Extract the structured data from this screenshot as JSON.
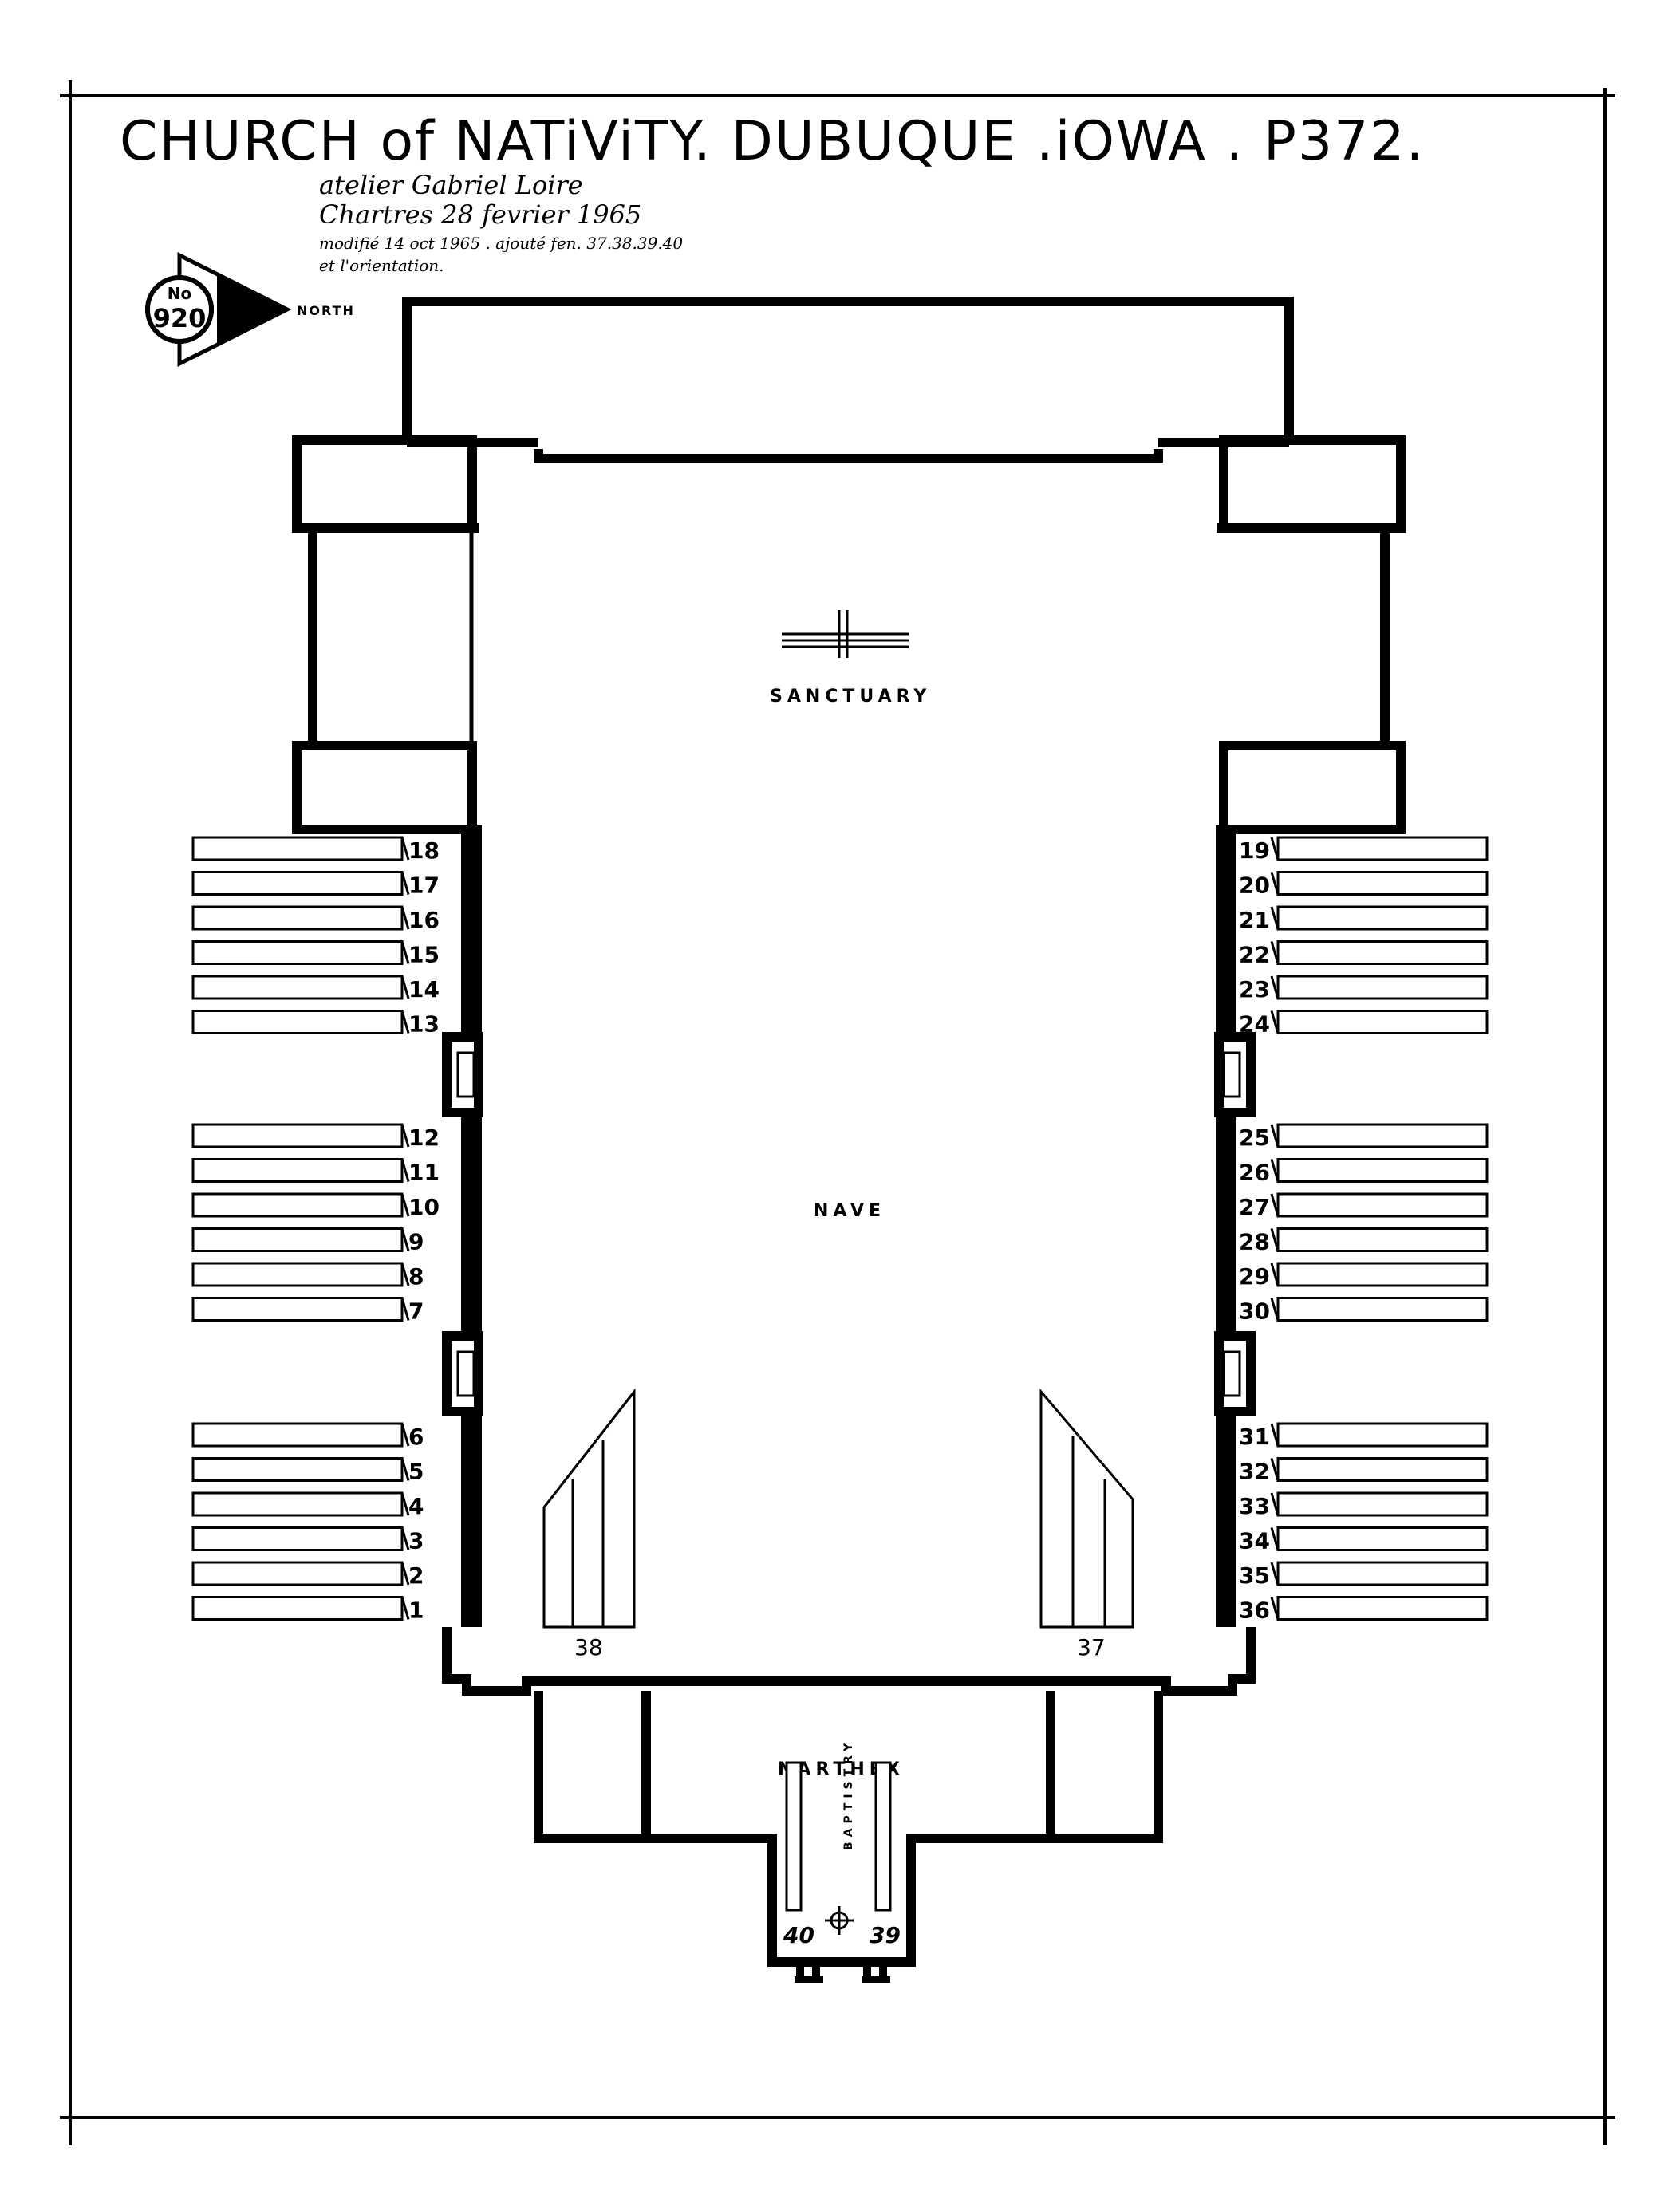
{
  "title": "CHURCH of NATiViTY. DUBUQUE .iOWA . P372.",
  "notes": [
    "atelier Gabriel Loire",
    "Chartres 28 fevrier 1965",
    "modifié 14 oct 1965 . ajouté fen. 37.38.39.40",
    "et l'orientation."
  ],
  "badge": {
    "top": "No",
    "number": "920",
    "direction": "NORTH"
  },
  "rooms": {
    "sanctuary": "SANCTUARY",
    "nave": "NAVE",
    "narthex": "NARTHEX",
    "baptistry": "BAPTISTRY"
  },
  "windows": {
    "left_upper": [
      "18",
      "17",
      "16",
      "15",
      "14",
      "13"
    ],
    "left_middle": [
      "12",
      "11",
      "10",
      "9",
      "8",
      "7"
    ],
    "left_lower": [
      "6",
      "5",
      "4",
      "3",
      "2",
      "1"
    ],
    "right_upper": [
      "19",
      "20",
      "21",
      "22",
      "23",
      "24"
    ],
    "right_middle": [
      "25",
      "26",
      "27",
      "28",
      "29",
      "30"
    ],
    "right_lower": [
      "31",
      "32",
      "33",
      "34",
      "35",
      "36"
    ],
    "nave_left": "38",
    "nave_right": "37",
    "baptistry_left": "40",
    "baptistry_right": "39"
  }
}
